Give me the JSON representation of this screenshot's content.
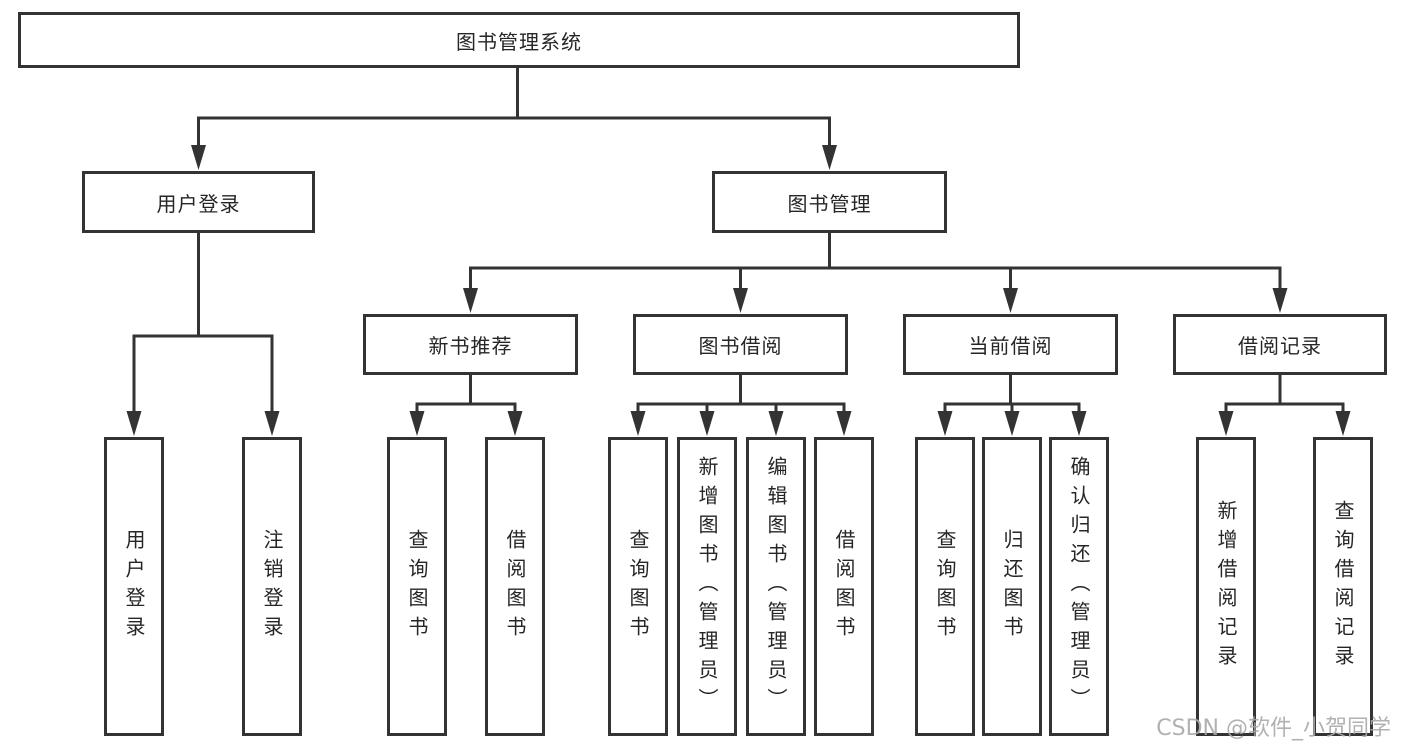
{
  "diagram_title": "图书管理系统",
  "watermark": "CSDN @软件_小贺同学",
  "colors": {
    "line": "#333333",
    "box_border": "#333333",
    "text": "#262626",
    "background": "#ffffff",
    "watermark": "#a8a8a8"
  },
  "tree": {
    "root": "图书管理系统",
    "branches": [
      {
        "label": "用户登录",
        "children": [
          "用户登录",
          "注销登录"
        ]
      },
      {
        "label": "图书管理",
        "groups": [
          {
            "label": "新书推荐",
            "children": [
              "查询图书",
              "借阅图书"
            ]
          },
          {
            "label": "图书借阅",
            "children": [
              "查询图书",
              "新增图书（管理员）",
              "编辑图书（管理员）",
              "借阅图书"
            ]
          },
          {
            "label": "当前借阅",
            "children": [
              "查询图书",
              "归还图书",
              "确认归还（管理员）"
            ]
          },
          {
            "label": "借阅记录",
            "children": [
              "新增借阅记录",
              "查询借阅记录"
            ]
          }
        ]
      }
    ]
  }
}
